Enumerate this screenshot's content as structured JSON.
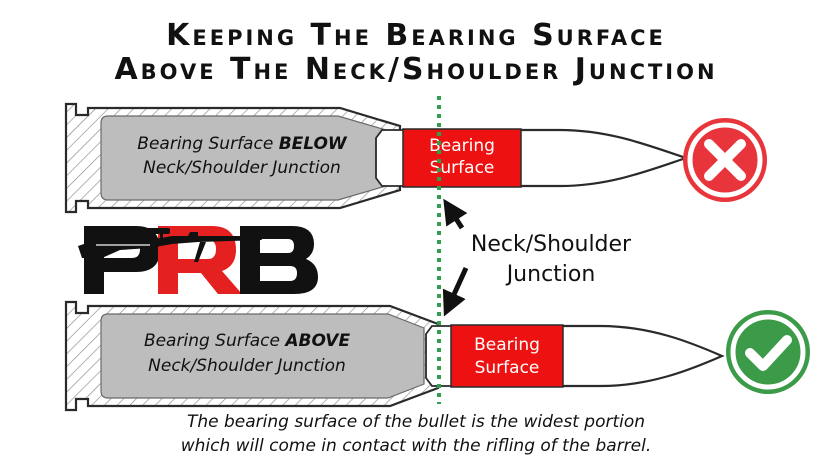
{
  "title": {
    "line1": "Keeping The Bearing Surface",
    "line2": "Above The Neck/Shoulder Junction"
  },
  "top_cartridge": {
    "label_prefix": "Bearing Surface ",
    "label_emphasis": "BELOW",
    "label_line2": "Neck/Shoulder Junction",
    "bearing_line1": "Bearing",
    "bearing_line2": "Surface",
    "status_icon": "x-circle-icon"
  },
  "bottom_cartridge": {
    "label_prefix": "Bearing Surface ",
    "label_emphasis": "ABOVE",
    "label_line2": "Neck/Shoulder Junction",
    "bearing_line1": "Bearing",
    "bearing_line2": "Surface",
    "status_icon": "check-circle-icon"
  },
  "junction_label": {
    "line1": "Neck/Shoulder",
    "line2": "Junction"
  },
  "logo": {
    "text": "PRB",
    "icon": "rifle-icon"
  },
  "caption": {
    "line1": "The bearing surface of the bullet is the widest portion",
    "line2": "which will come in contact with the rifling of the barrel."
  },
  "colors": {
    "bearing_red": "#ee1111",
    "case_gray": "#bdbdbd",
    "guide_green": "#2f9e4f",
    "bad_red": "#e8353b",
    "good_green": "#3b9b48",
    "outline": "#2a2a2a"
  }
}
